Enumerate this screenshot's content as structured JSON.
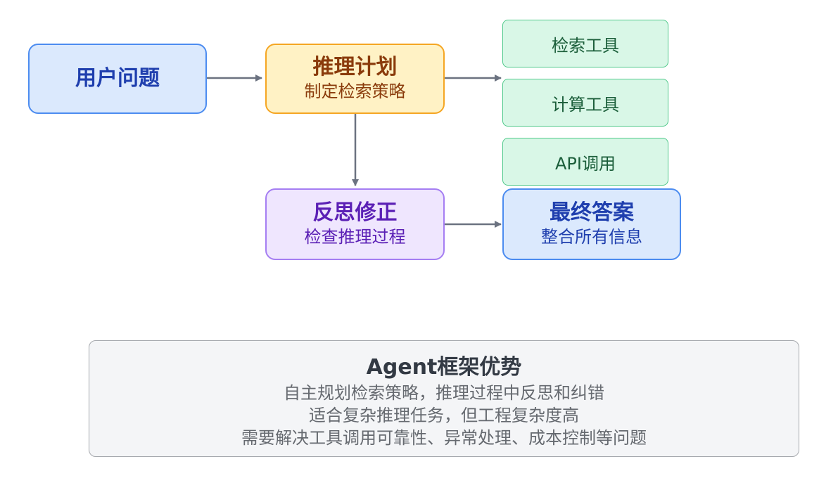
{
  "nodes": {
    "user_question": {
      "title": "用户问题"
    },
    "reasoning_plan": {
      "title": "推理计划",
      "subtitle": "制定检索策略"
    },
    "reflection": {
      "title": "反思修正",
      "subtitle": "检查推理过程"
    },
    "final_answer": {
      "title": "最终答案",
      "subtitle": "整合所有信息"
    }
  },
  "tools": [
    "检索工具",
    "计算工具",
    "API调用"
  ],
  "panel": {
    "title": "Agent框架优势",
    "lines": [
      "自主规划检索策略，推理过程中反思和纠错",
      "适合复杂推理任务，但工程复杂度高",
      "需要解决工具调用可靠性、异常处理、成本控制等问题"
    ]
  },
  "colors": {
    "blue_fill": "#dbe9fd",
    "blue_border": "#4c8cf0",
    "blue_text": "#1f3fae",
    "yellow_fill": "#fff2c5",
    "yellow_border": "#f5a623",
    "yellow_text": "#8a3b0b",
    "purple_fill": "#efe6fe",
    "purple_border": "#a57ef2",
    "purple_text": "#5b20b5",
    "green_fill": "#d9f7e7",
    "green_border": "#4fc98a",
    "green_text": "#1b5e3a",
    "arrow": "#6b7280"
  }
}
